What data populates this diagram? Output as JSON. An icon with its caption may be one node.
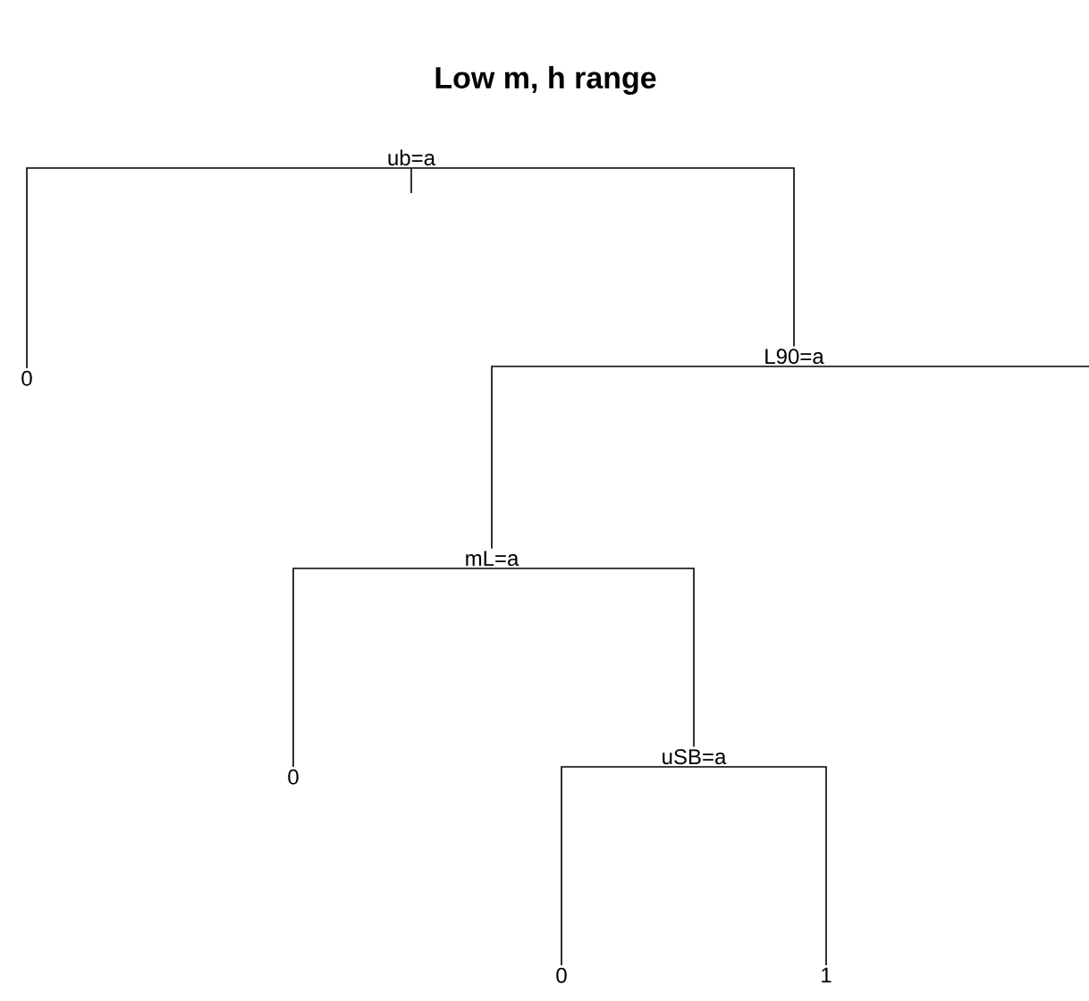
{
  "diagram": {
    "title": "Low m, h range",
    "nodes": [
      {
        "text": [
          "ub=a"
        ]
      },
      {
        "text": [
          "0"
        ]
      },
      {
        "text": [
          "L90=a"
        ]
      },
      {
        "text": [
          "mL=a"
        ]
      },
      {
        "text": [
          "0"
        ]
      },
      {
        "text": [
          "uSB=a"
        ]
      },
      {
        "text": [
          "0"
        ]
      },
      {
        "text": [
          "1"
        ]
      }
    ],
    "edges": [
      {
        "from": 0,
        "to": 1,
        "arrow": "none"
      },
      {
        "from": 0,
        "to": 2,
        "arrow": "none"
      },
      {
        "from": 2,
        "to": 3,
        "arrow": "none"
      },
      {
        "from": 2,
        "to": null,
        "arrow": "none"
      },
      {
        "from": 3,
        "to": 4,
        "arrow": "none"
      },
      {
        "from": 3,
        "to": 5,
        "arrow": "none"
      },
      {
        "from": 5,
        "to": 6,
        "arrow": "none"
      },
      {
        "from": 5,
        "to": 7,
        "arrow": "none"
      }
    ]
  }
}
